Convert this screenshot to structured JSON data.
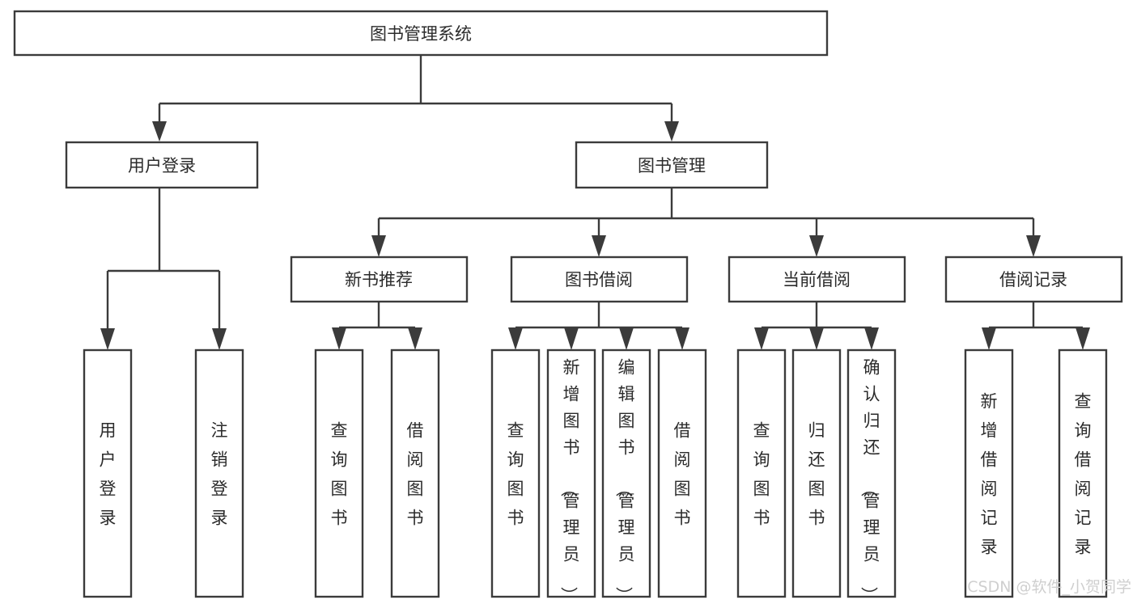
{
  "diagram": {
    "title": "图书管理系统",
    "type": "tree",
    "orientation": "top-down",
    "colors": {
      "box_stroke": "#3b3b3b",
      "box_fill": "#ffffff",
      "connector": "#3b3b3b",
      "text": "#2b2b2b",
      "background": "#ffffff",
      "watermark": "#cfcfcf"
    },
    "root": {
      "label": "图书管理系统"
    },
    "level2": [
      {
        "label": "用户登录"
      },
      {
        "label": "图书管理"
      }
    ],
    "level3": [
      {
        "label": "新书推荐"
      },
      {
        "label": "图书借阅"
      },
      {
        "label": "当前借阅"
      },
      {
        "label": "借阅记录"
      }
    ],
    "leaves": {
      "user_login": [
        {
          "label": "用户登录"
        },
        {
          "label": "注销登录"
        }
      ],
      "new_book_recommend": [
        {
          "label": "查询图书"
        },
        {
          "label": "借阅图书"
        }
      ],
      "book_borrow": [
        {
          "label": "查询图书"
        },
        {
          "label": "新增图书（管理员）"
        },
        {
          "label": "编辑图书（管理员）"
        },
        {
          "label": "借阅图书"
        }
      ],
      "current_borrow": [
        {
          "label": "查询图书"
        },
        {
          "label": "归还图书"
        },
        {
          "label": "确认归还（管理员）"
        }
      ],
      "borrow_record": [
        {
          "label": "新增借阅记录"
        },
        {
          "label": "查询借阅记录"
        }
      ]
    }
  },
  "watermark": {
    "text": "CSDN @软件_小贺同学"
  }
}
